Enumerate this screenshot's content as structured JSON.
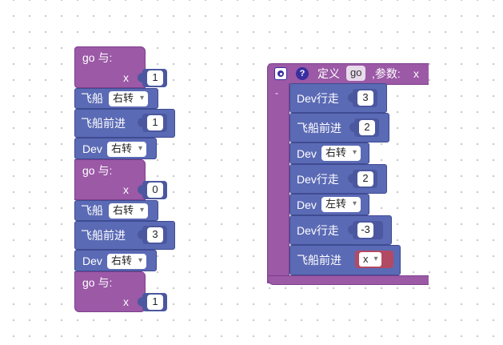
{
  "left_stack": {
    "go1": {
      "label": "go 与:",
      "param_label": "x",
      "param_value": "1"
    },
    "turn1": {
      "label": "飞船",
      "dropdown": "右转"
    },
    "forward1": {
      "label": "飞船前进",
      "value": "1"
    },
    "devturn1": {
      "label": "Dev",
      "dropdown": "右转"
    },
    "go2": {
      "label": "go 与:",
      "param_label": "x",
      "param_value": "0"
    },
    "turn2": {
      "label": "飞船",
      "dropdown": "右转"
    },
    "forward2": {
      "label": "飞船前进",
      "value": "3"
    },
    "devturn2": {
      "label": "Dev",
      "dropdown": "右转"
    },
    "go3": {
      "label": "go 与:",
      "param_label": "x",
      "param_value": "1"
    }
  },
  "define_block": {
    "help_glyph": "?",
    "define_label": "定义",
    "func_name": "go",
    "params_label": ",参数:",
    "param": "x",
    "collapse_mark": "-",
    "body": [
      {
        "label": "Dev行走",
        "value": "3"
      },
      {
        "label": "飞船前进",
        "value": "2"
      },
      {
        "label": "Dev",
        "dropdown": "右转"
      },
      {
        "label": "Dev行走",
        "value": "2"
      },
      {
        "label": "Dev",
        "dropdown": "左转"
      },
      {
        "label": "Dev行走",
        "value": "-3"
      },
      {
        "label": "飞船前进",
        "var": "x"
      }
    ]
  },
  "colors": {
    "procedure": "#9b59a6",
    "motion": "#5b6ab5",
    "variable": "#b24a64",
    "icon": "#3a2ea0"
  },
  "icons": [
    "gear-icon",
    "help-icon"
  ]
}
